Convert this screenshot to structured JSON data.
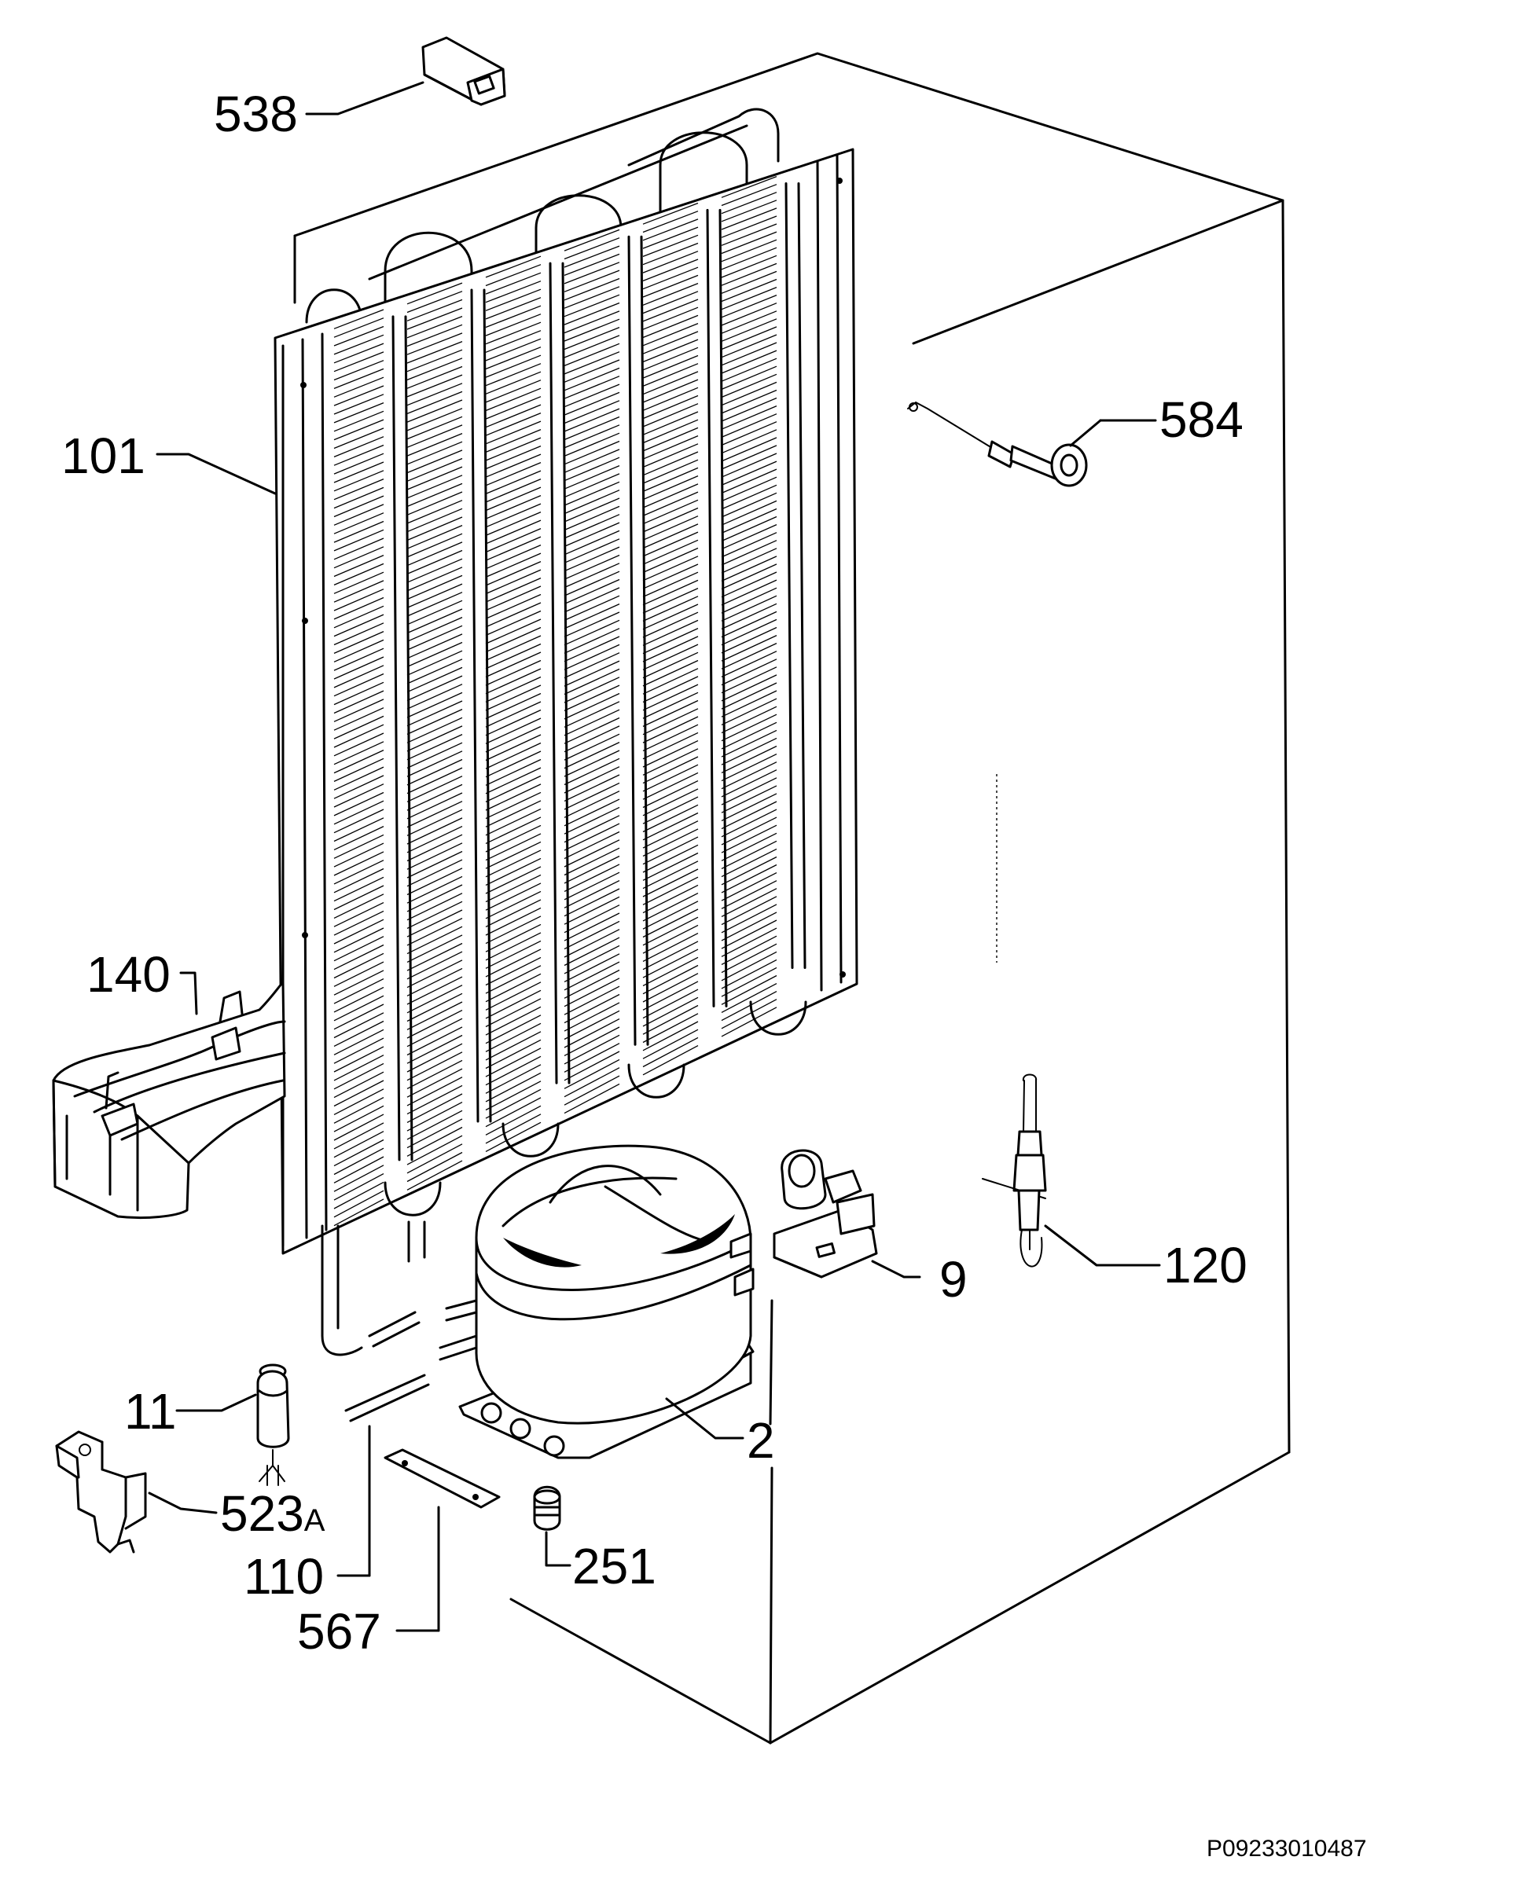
{
  "labels": {
    "p538": "538",
    "p584": "584",
    "p101": "101",
    "p140": "140",
    "p9": "9",
    "p120": "120",
    "p11": "11",
    "p2": "2",
    "p523": "523",
    "p523_suffix": "A",
    "p110": "110",
    "p251": "251",
    "p567": "567"
  },
  "drawing_code": "P09233010487",
  "icons": {
    "cabinet": "fridge-cabinet-outline",
    "condenser": "condenser-coil",
    "compressor": "compressor-dome",
    "drip_tray": "drip-tray",
    "relay": "relay-clip",
    "thermal_probe": "probe",
    "filter_drier": "drier",
    "plug": "plug-cap",
    "bracket": "mount-bracket",
    "mounting_plate": "plate",
    "pipe": "tube"
  }
}
